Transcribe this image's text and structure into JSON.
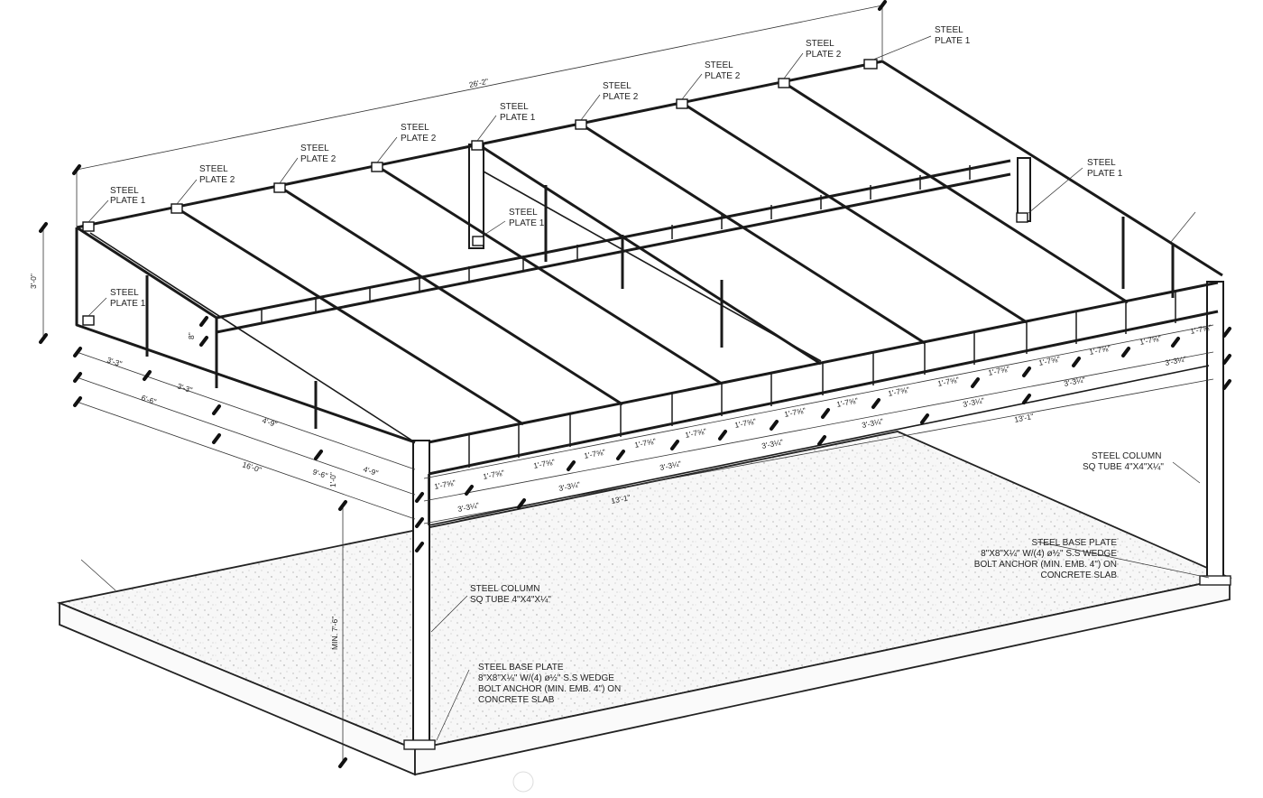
{
  "labels": {
    "plate1_a": [
      "STEEL",
      "PLATE 1"
    ],
    "plate2_a": [
      "STEEL",
      "PLATE 2"
    ],
    "plate2_b": [
      "STEEL",
      "PLATE 2"
    ],
    "plate2_c": [
      "STEEL",
      "PLATE 2"
    ],
    "plate1_b": [
      "STEEL",
      "PLATE 1"
    ],
    "plate2_d": [
      "STEEL",
      "PLATE 2"
    ],
    "plate2_e": [
      "STEEL",
      "PLATE 2"
    ],
    "plate2_f": [
      "STEEL",
      "PLATE 2"
    ],
    "plate1_c": [
      "STEEL",
      "PLATE 1"
    ],
    "plate1_d": [
      "STEEL",
      "PLATE 1"
    ],
    "plate1_e": [
      "STEEL",
      "PLATE 1"
    ],
    "plate1_f": [
      "STEEL",
      "PLATE 1"
    ],
    "column_front": [
      "STEEL COLUMN",
      "SQ TUBE 4\"X4\"X¼\""
    ],
    "column_right": [
      "STEEL COLUMN",
      "SQ TUBE 4\"X4\"X¼\""
    ],
    "base_front": [
      "STEEL BASE PLATE",
      "8\"X8\"X¼\" W/(4) ø½\" S.S WEDGE",
      "BOLT ANCHOR (MIN. EMB. 4\") ON",
      "CONCRETE SLAB"
    ],
    "base_right": [
      "STEEL BASE PLATE",
      "8\"X8\"X¼\" W/(4) ø½\" S.S WEDGE",
      "BOLT ANCHOR (MIN. EMB. 4\") ON",
      "CONCRETE SLAB"
    ]
  },
  "dimensions": {
    "overall_length": "26'-2\"",
    "height": "3'-0\"",
    "min_clear": "MIN. 7'-6\"",
    "left": [
      "3'-3\"",
      "3'-3\"",
      "6'-6\"",
      "4'-9\"",
      "16'-0\"",
      "4'-9\"",
      "9'-6\""
    ],
    "small_v": [
      "8\"",
      "1'-0\""
    ],
    "front_bays": [
      "1'-7⅝\"",
      "1'-7⅝\"",
      "1'-7⅝\"",
      "1'-7⅝\"",
      "1'-7⅝\"",
      "1'-7⅝\"",
      "1'-7⅝\"",
      "1'-7⅝\""
    ],
    "front_mid": [
      "3'-3¼\"",
      "3'-3¼\"",
      "3'-3¼\"",
      "3'-3¼\""
    ],
    "front_total": "13'-1\"",
    "rear_bays": [
      "1'-7⅝\"",
      "1'-7⅝\"",
      "1'-7⅝\"",
      "1'-7⅝\"",
      "1'-7⅝\"",
      "1'-7⅝\"",
      "1'-7⅝\"",
      "1'-7⅝\""
    ],
    "rear_mid": [
      "3'-3¼\"",
      "3'-3¼\"",
      "3'-3¼\"",
      "3'-3¼\""
    ],
    "rear_total": "13'-1\""
  }
}
